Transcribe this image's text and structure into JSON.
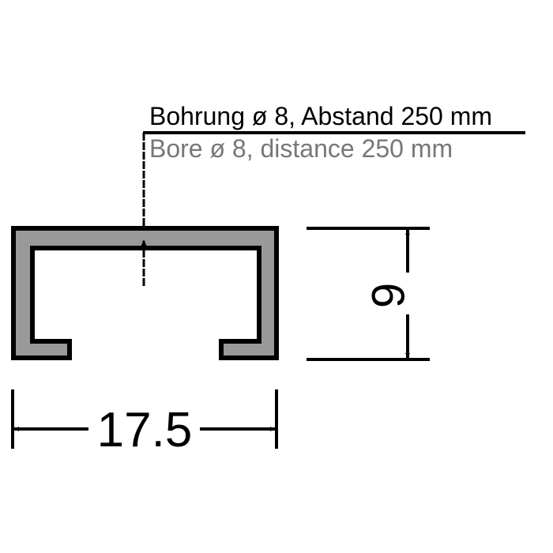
{
  "annotation": {
    "line1": "Bohrung ø 8, Abstand 250 mm",
    "line2": "Bore ø 8, distance 250 mm"
  },
  "dimensions": {
    "height": "9",
    "width": "17.5"
  },
  "colors": {
    "profile_fill": "#999999",
    "line": "#000000",
    "secondary_text": "#777777"
  }
}
